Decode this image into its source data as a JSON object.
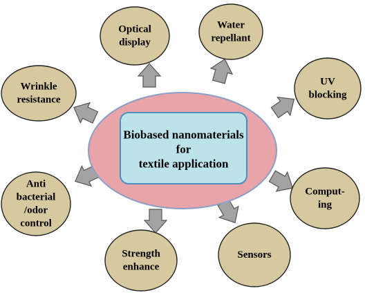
{
  "center": {
    "lines": [
      "Biobased  nanomaterials",
      "for",
      "textile application"
    ]
  },
  "nodes": [
    {
      "id": "optical-display",
      "lines": [
        "Optical",
        "display"
      ]
    },
    {
      "id": "water-repellant",
      "lines": [
        "Water",
        "repellant"
      ]
    },
    {
      "id": "uv-blocking",
      "lines": [
        "UV",
        "blocking"
      ]
    },
    {
      "id": "computing",
      "lines": [
        "Comput-",
        "ing"
      ]
    },
    {
      "id": "sensors",
      "lines": [
        "Sensors"
      ]
    },
    {
      "id": "strength-enhance",
      "lines": [
        "Strength",
        "enhance"
      ]
    },
    {
      "id": "anti-bacterial",
      "lines": [
        "Anti",
        "bacterial",
        "/odor",
        "control"
      ]
    },
    {
      "id": "wrinkle-resistance",
      "lines": [
        "Wrinkle",
        "resistance"
      ]
    }
  ],
  "colors": {
    "node_fill": "#d6c9a0",
    "outer_ellipse_fill": "#e8a4a8",
    "outer_ellipse_stroke": "#8aa0c8",
    "center_box_fill": "#bde3ea",
    "center_box_stroke": "#4a8fc0",
    "arrow_fill": "#a3a3a3",
    "arrow_stroke": "#555555"
  }
}
